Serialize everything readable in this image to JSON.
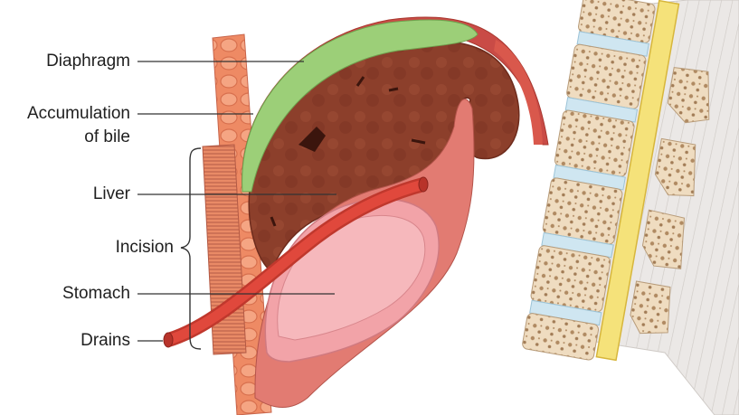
{
  "labels": {
    "diaphragm": "Diaphragm",
    "accumulation_line1": "Accumulation",
    "accumulation_line2": "of bile",
    "liver": "Liver",
    "incision": "Incision",
    "stomach": "Stomach",
    "drains": "Drains"
  },
  "colors": {
    "skin": "#ee8a64",
    "muscle": "#d9584c",
    "diaphragm": "#c94b46",
    "bile": "#9ccf78",
    "liver": "#8c3f2b",
    "stomach": "#f2a3a8",
    "drain": "#e0483c",
    "bone": "#efdcc0",
    "disc": "#cfe6f1",
    "spinal_cord": "#f5e27a",
    "back_muscle": "#e9e6e4"
  }
}
